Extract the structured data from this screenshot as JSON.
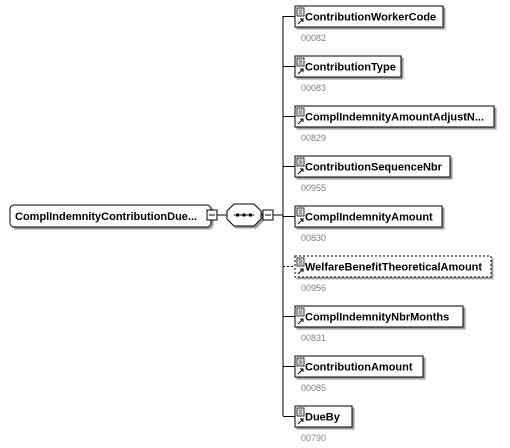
{
  "root": {
    "label": "ComplIndemnityContributionDue..."
  },
  "compositor": {
    "type": "sequence"
  },
  "elements": [
    {
      "label": "ContributionWorkerCode",
      "code": "00082",
      "optional": false
    },
    {
      "label": "ContributionType",
      "code": "00083",
      "optional": false
    },
    {
      "label": "ComplIndemnityAmountAdjustN...",
      "code": "00829",
      "optional": false
    },
    {
      "label": "ContributionSequenceNbr",
      "code": "00955",
      "optional": false
    },
    {
      "label": "ComplIndemnityAmount",
      "code": "00830",
      "optional": false
    },
    {
      "label": "WelfareBenefitTheoreticalAmount",
      "code": "00956",
      "optional": true
    },
    {
      "label": "ComplIndemnityNbrMonths",
      "code": "00831",
      "optional": false
    },
    {
      "label": "ContributionAmount",
      "code": "00085",
      "optional": false
    },
    {
      "label": "DueBy",
      "code": "00790",
      "optional": false
    }
  ]
}
